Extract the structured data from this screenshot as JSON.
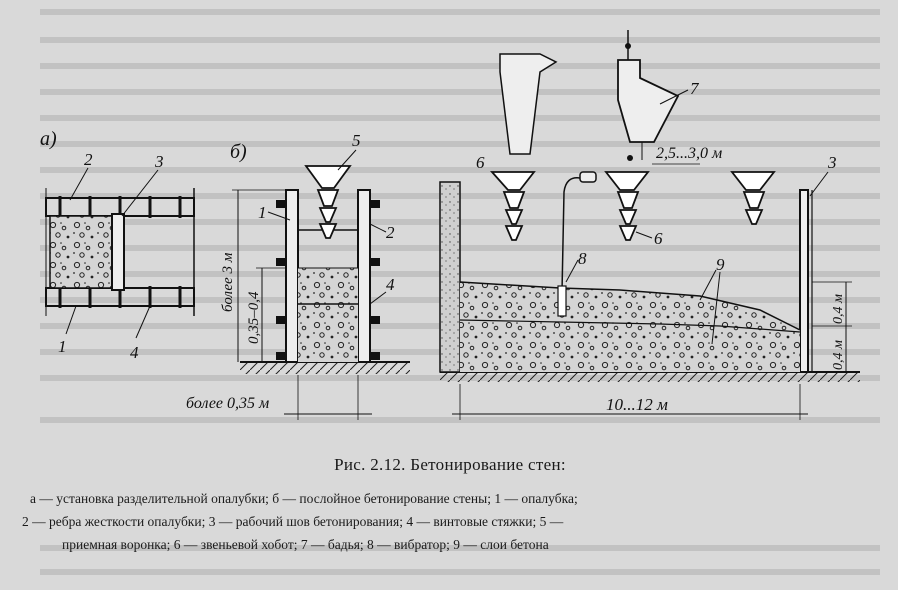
{
  "figure": {
    "caption": "Рис. 2.12. Бетонирование стен:",
    "legend_lines": [
      "а — установка разделительной опалубки; б — послойное бетонирование стены; 1 — опалубка;",
      "2 — ребра жесткости опалубки; 3 — рабочий шов бетонирования; 4 — винтовые стяжки; 5 —",
      "приемная воронка; 6 — звеньевой хобот; 7 — бадья; 8 — вибратор; 9 — слои бетона"
    ],
    "panel_a": {
      "label": "а)",
      "callouts": [
        "2",
        "3",
        "1",
        "4"
      ]
    },
    "panel_b": {
      "label": "б)",
      "callouts": [
        "5",
        "1",
        "2",
        "4"
      ],
      "dims": {
        "height": "более 3 м",
        "layer": "0,35–0,4",
        "width": "более 0,35 м"
      }
    },
    "panel_c": {
      "callouts": [
        "6",
        "7",
        "3",
        "6",
        "8",
        "9"
      ],
      "dims": {
        "drop": "2,5...3,0 м",
        "length": "10...12 м",
        "layer1": "0,4 м",
        "layer2": "0,4 м"
      }
    }
  },
  "colors": {
    "ink": "#1a1a1a",
    "paper": "#d9d9d9",
    "concrete": "#c8c8c8"
  }
}
